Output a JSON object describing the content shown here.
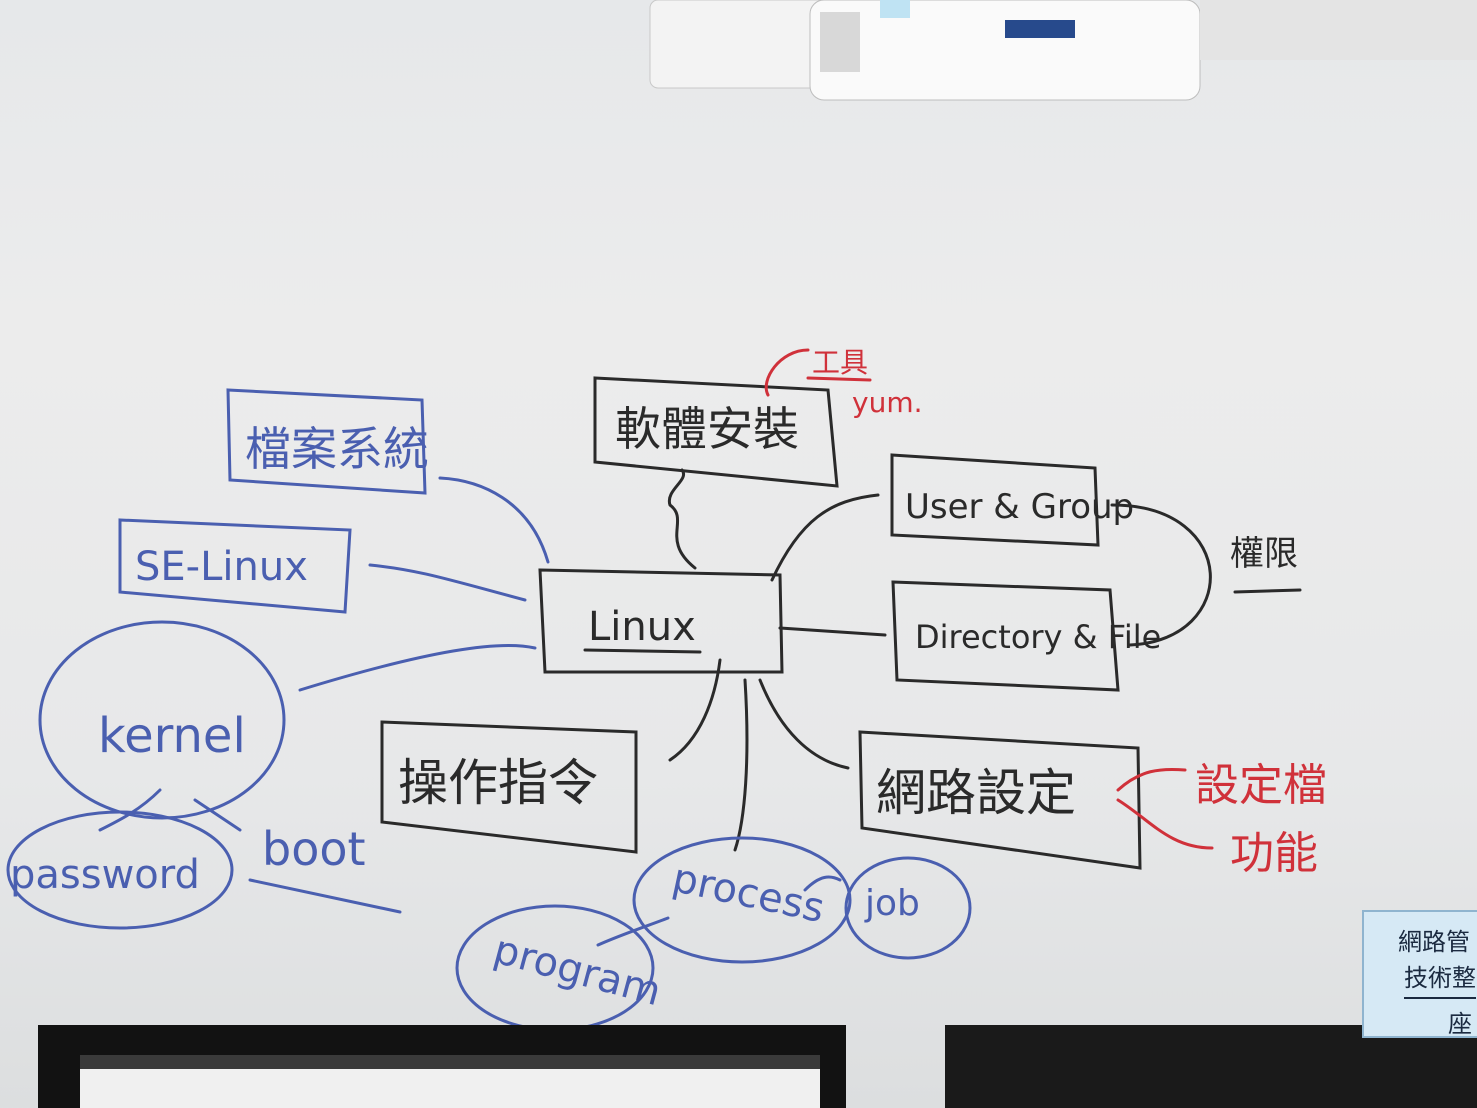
{
  "mindmap": {
    "center": "Linux",
    "software": "軟體安裝",
    "software_note_tool": "工具",
    "software_note_yum": "yum.",
    "filesystem": "檔案系統",
    "selinux": "SE-Linux",
    "kernel": "kernel",
    "password": "password",
    "boot": "boot",
    "commands": "操作指令",
    "process": "process",
    "program": "program",
    "job": "job",
    "user_group": "User & Group",
    "directory_file": "Directory & File",
    "permission": "權限",
    "network": "網路設定",
    "network_config": "設定檔",
    "network_function": "功能"
  },
  "sign": {
    "line1": "網路管",
    "line2": "技術整",
    "line3": "座"
  },
  "colors": {
    "black_marker": "#2a2a2a",
    "blue_marker": "#4a5fb0",
    "red_marker": "#d0313a",
    "whiteboard": "#e8e9ea"
  }
}
